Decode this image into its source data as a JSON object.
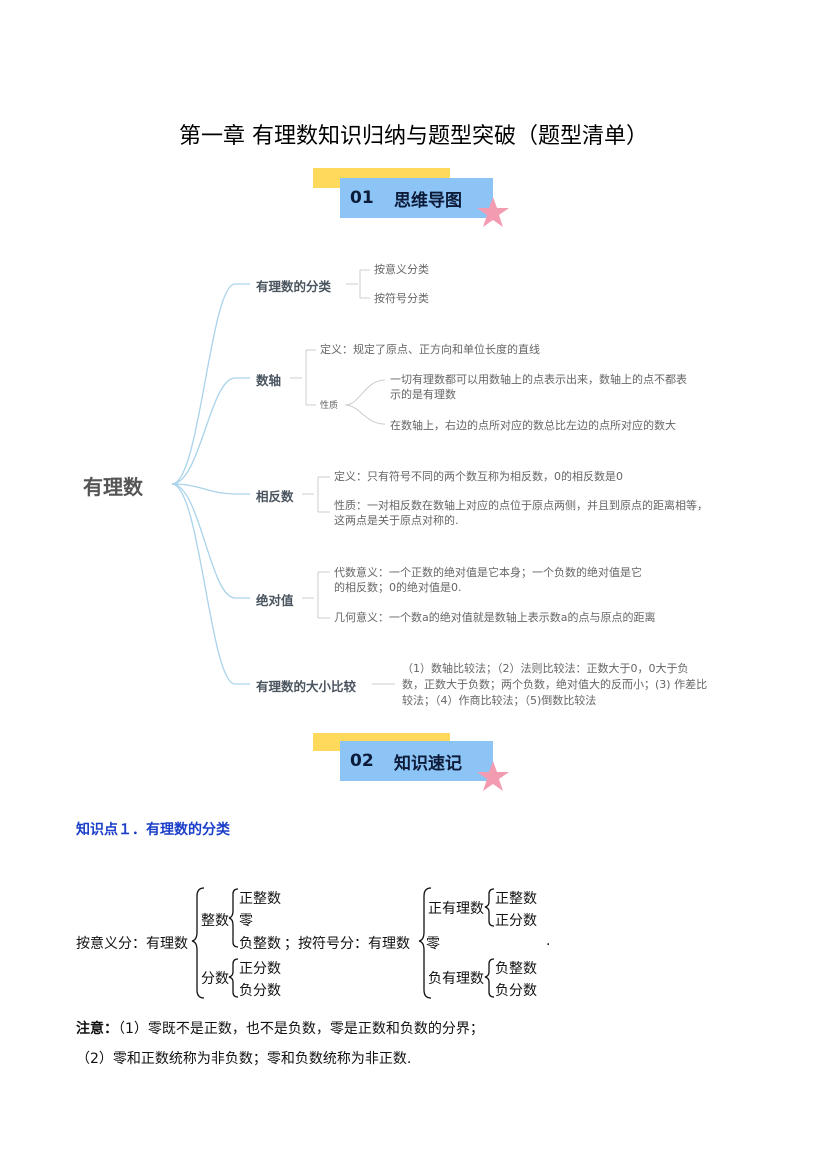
{
  "title": "第一章 有理数知识归纳与题型突破（题型清单）",
  "sections": [
    {
      "num": "01",
      "label": "思维导图"
    },
    {
      "num": "02",
      "label": "知识速记"
    }
  ],
  "mindmap": {
    "root": "有理数",
    "branches": [
      {
        "label": "有理数的分类",
        "leaves": [
          "按意义分类",
          "按符号分类"
        ]
      },
      {
        "label": "数轴",
        "leaves": [
          "定义：规定了原点、正方向和单位长度的直线",
          "性质"
        ],
        "sub": [
          "一切有理数都可以用数轴上的点表示出来，数轴上的点不都表",
          "示的是有理数",
          "在数轴上，右边的点所对应的数总比左边的点所对应的数大"
        ]
      },
      {
        "label": "相反数",
        "leaves": [
          "定义：只有符号不同的两个数互称为相反数，0的相反数是0",
          "性质：一对相反数在数轴上对应的点位于原点两侧，并且到原点的距离相等，",
          "这两点是关于原点对称的."
        ]
      },
      {
        "label": "绝对值",
        "leaves": [
          "代数意义：一个正数的绝对值是它本身；一个负数的绝对值是它",
          "的相反数；0的绝对值是0.",
          "几何意义：一个数a的绝对值就是数轴上表示数a的点与原点的距离"
        ]
      },
      {
        "label": "有理数的大小比较",
        "leaves": [
          "（1）数轴比较法；（2）法则比较法：正数大于0，0大于负",
          "数，正数大于负数；两个负数，绝对值大的反而小；(3) 作差比",
          "较法；（4）作商比较法；（5)倒数比较法"
        ]
      }
    ]
  },
  "knowledge": {
    "heading": "知识点１．有理数的分类",
    "by_meaning_prefix": "按意义分：有理数",
    "integers": "整数",
    "int_items": [
      "正整数",
      "零",
      "负整数"
    ],
    "fractions": "分数",
    "frac_items": [
      "正分数",
      "负分数"
    ],
    "by_sign_prefix": "；按符号分：有理数",
    "pos_rational": "正有理数",
    "pos_items": [
      "正整数",
      "正分数"
    ],
    "zero": "零",
    "neg_rational": "负有理数",
    "neg_items": [
      "负整数",
      "负分数"
    ],
    "end_period": ".",
    "note_label": "注意：",
    "note1": "（1）零既不是正数，也不是负数，零是正数和负数的分界；",
    "note2": "（2）零和正数统称为非负数；零和负数统称为非正数."
  }
}
